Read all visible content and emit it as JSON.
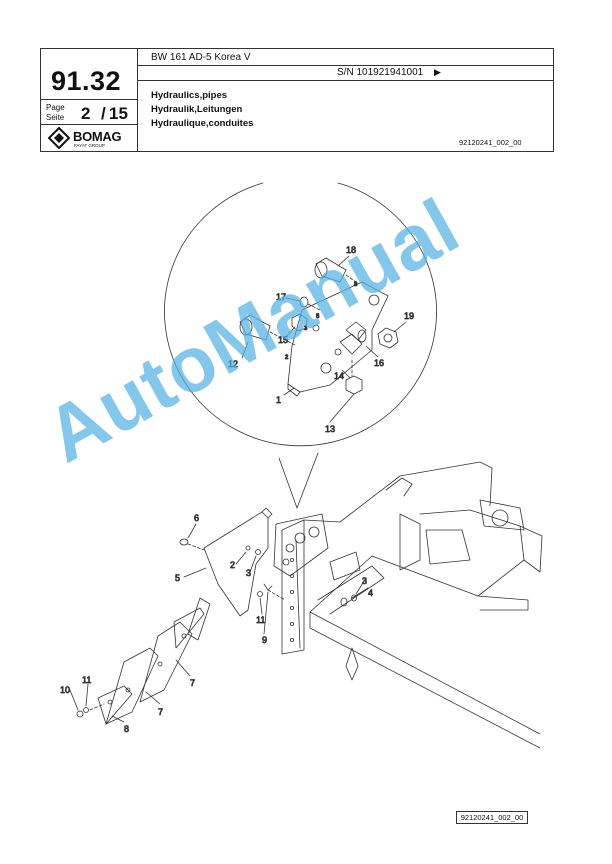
{
  "header": {
    "section_number": "91.32",
    "page_label_en": "Page",
    "page_label_de": "Seite",
    "page_current": "2",
    "page_separator": "/",
    "page_total": "15",
    "brand": "BOMAG",
    "brand_sub": "FAYAT GROUP",
    "model": "BW 161 AD-5 Korea V",
    "serial": "S/N 101921941001",
    "serial_arrow": "▶",
    "title_en": "Hydraulics,pipes",
    "title_de": "Hydraulik,Leitungen",
    "title_fr": "Hydraulique,conduites",
    "drawing_ref": "92120241_002_00"
  },
  "diagram": {
    "detail_labels": [
      "18",
      "8",
      "17",
      "5",
      "3",
      "15",
      "19",
      "12",
      "2",
      "16",
      "14",
      "1",
      "13"
    ],
    "main_labels": [
      "6",
      "2",
      "3",
      "5",
      "9",
      "11",
      "3",
      "4",
      "7",
      "7",
      "11",
      "10",
      "8"
    ]
  },
  "footer": {
    "drawing_ref": "92120241_002_00"
  },
  "watermark": "AutoManual",
  "colors": {
    "watermark": "#54b2e2",
    "lines": "#333333"
  }
}
